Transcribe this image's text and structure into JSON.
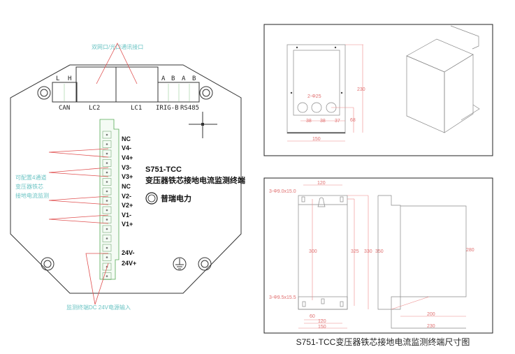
{
  "wiring_diagram": {
    "top_callout": "双网口/光口通讯接口",
    "port_labels": [
      "CAN",
      "LC2",
      "LC1",
      "IRIG-B",
      "RS485"
    ],
    "pin_letters": [
      "L",
      "H",
      "A",
      "B",
      "A",
      "B"
    ],
    "terminals": [
      "NC",
      "V4-",
      "V4+",
      "V3-",
      "V3+",
      "NC",
      "V2-",
      "V2+",
      "V1-",
      "V1+",
      "24V-",
      "24V+"
    ],
    "left_callout": [
      "可配置4通道",
      "变压器铁芯",
      "接地电流监测"
    ],
    "bottom_callout": "监测终端DC 24V电源输入",
    "model": "S751-TCC",
    "product_name": "变压器铁芯接地电流监测终端",
    "brand": "普瑞电力"
  },
  "front_view": {
    "hole_label": "2-Φ25",
    "spacings": [
      "38",
      "38",
      "37"
    ],
    "height_68": "68",
    "height": "230",
    "width": "150"
  },
  "dimension_view": {
    "top_hole": "3-Φ9.0x15.0",
    "bottom_hole": "3-Φ9.5x15.5",
    "top_width": "120",
    "vertical": [
      "300",
      "325",
      "330",
      "350",
      "280"
    ],
    "bottom": [
      "60",
      "120",
      "150"
    ],
    "side_bottom": [
      "200",
      "230"
    ]
  },
  "caption": "S751-TCC变压器铁芯接地电流监测终端尺寸图"
}
